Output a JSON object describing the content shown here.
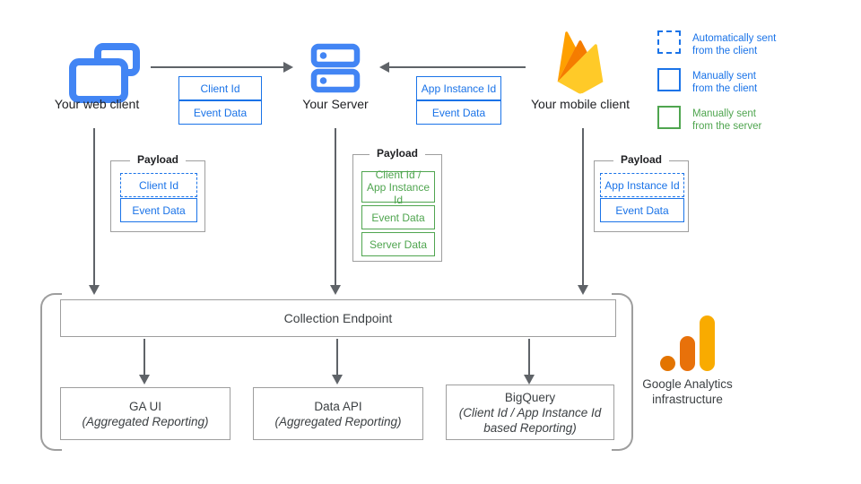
{
  "nodes": {
    "web": {
      "label": "Your web client"
    },
    "server": {
      "label": "Your Server"
    },
    "mobile": {
      "label": "Your mobile client"
    }
  },
  "flows": {
    "web_to_server": {
      "items": [
        {
          "label": "Client Id"
        },
        {
          "label": "Event Data"
        }
      ]
    },
    "mobile_to_server": {
      "items": [
        {
          "label": "App Instance Id"
        },
        {
          "label": "Event Data"
        }
      ]
    }
  },
  "legend": [
    {
      "line1": "Automatically sent",
      "line2": "from the client",
      "style": "dashed-blue"
    },
    {
      "line1": "Manually sent",
      "line2": "from the client",
      "style": "solid-blue"
    },
    {
      "line1": "Manually sent",
      "line2": "from the server",
      "style": "solid-green"
    }
  ],
  "payloads": {
    "web": {
      "title": "Payload",
      "items": [
        {
          "label": "Client Id",
          "style": "dashed-blue"
        },
        {
          "label": "Event Data",
          "style": "solid-blue"
        }
      ]
    },
    "server": {
      "title": "Payload",
      "items": [
        {
          "label": "Client Id /\nApp Instance Id",
          "style": "solid-green"
        },
        {
          "label": "Event Data",
          "style": "solid-green"
        },
        {
          "label": "Server Data",
          "style": "solid-green"
        }
      ]
    },
    "mobile": {
      "title": "Payload",
      "items": [
        {
          "label": "App Instance Id",
          "style": "dashed-blue"
        },
        {
          "label": "Event Data",
          "style": "solid-blue"
        }
      ]
    }
  },
  "infrastructure": {
    "endpoint": "Collection Endpoint",
    "outputs": [
      {
        "title": "GA UI",
        "subtitle": "(Aggregated Reporting)"
      },
      {
        "title": "Data API",
        "subtitle": "(Aggregated Reporting)"
      },
      {
        "title": "BigQuery",
        "subtitle": "(Client Id / App Instance Id\nbased Reporting)"
      }
    ],
    "caption_line1": "Google Analytics",
    "caption_line2": "infrastructure"
  },
  "colors": {
    "blue": "#1a73e8",
    "green": "#4FA54F",
    "icon_blue": "#4285f4",
    "arrow_gray": "#5f6368",
    "box_border_gray": "#9e9e9e",
    "firebase_yellow": "#FFCA28",
    "firebase_orange": "#FFA000",
    "firebase_deep_orange": "#F57C00",
    "ga_amber": "#F9AB00",
    "ga_orange": "#E8710A",
    "ga_dark_orange": "#E37400"
  }
}
